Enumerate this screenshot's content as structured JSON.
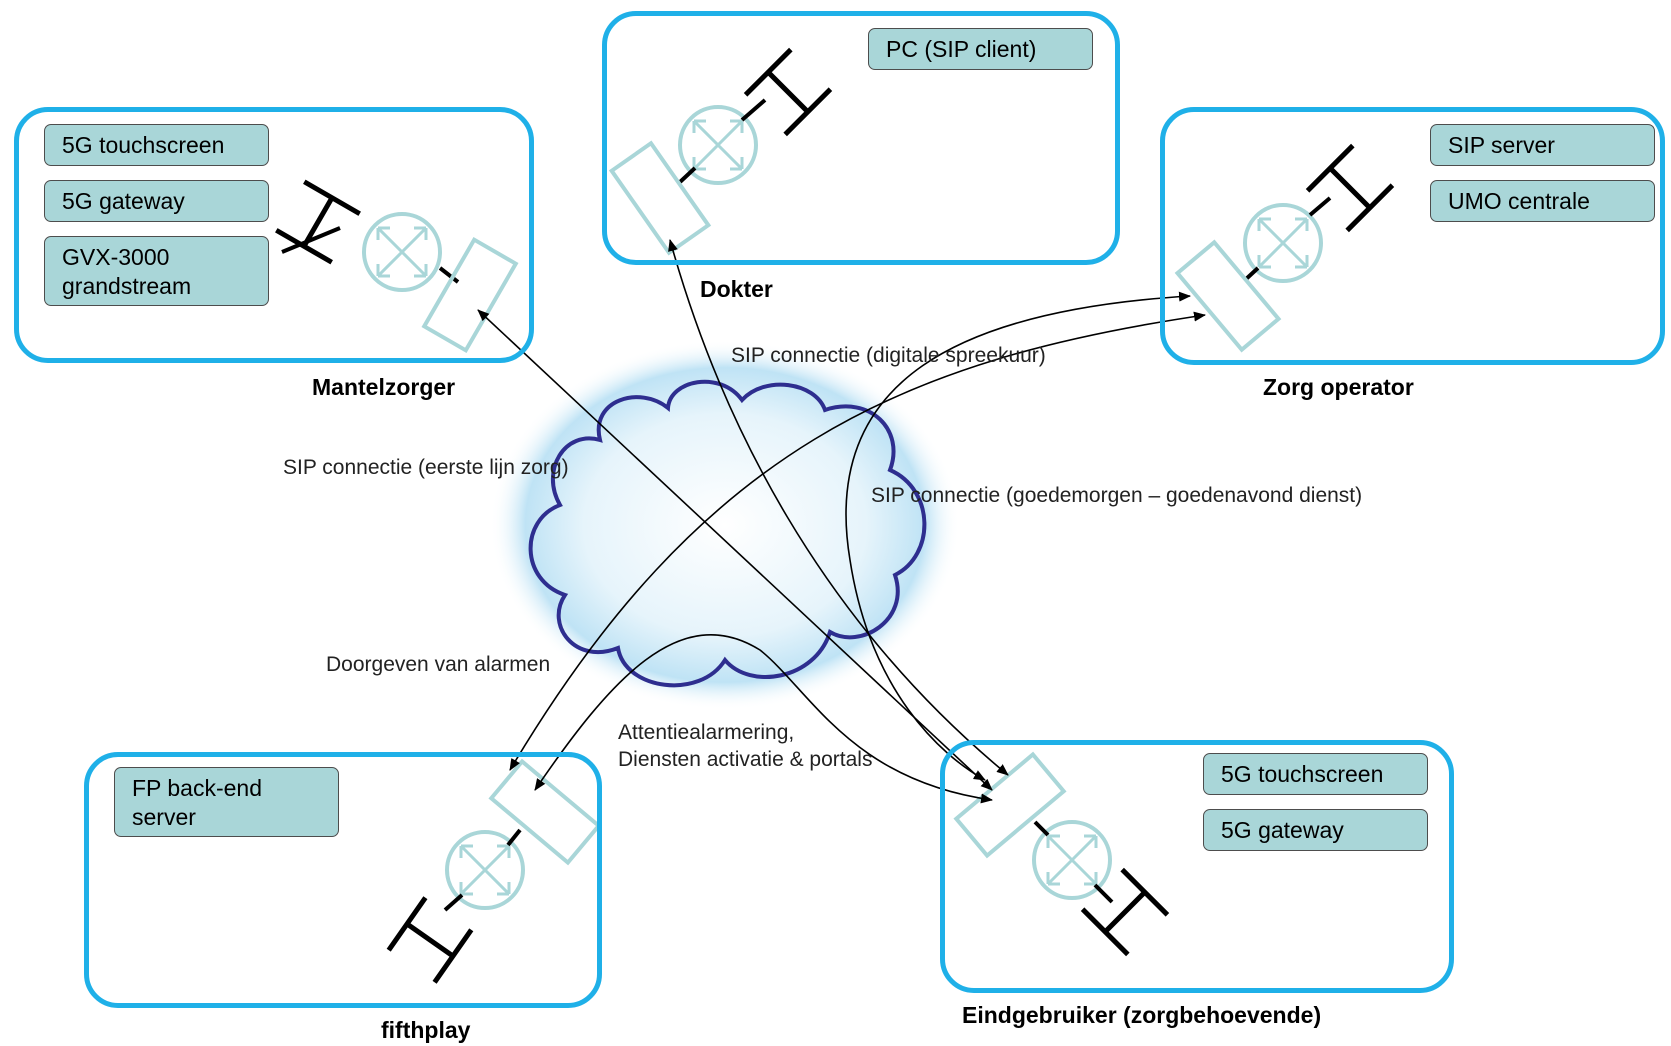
{
  "sites": {
    "mantelzorger": {
      "label": "Mantelzorger",
      "devices": [
        "5G touchscreen",
        "5G gateway",
        "GVX-3000\ngrandstream"
      ]
    },
    "dokter": {
      "label": "Dokter",
      "devices": [
        "PC (SIP client)"
      ]
    },
    "zorg_operator": {
      "label": "Zorg operator",
      "devices": [
        "SIP server",
        "UMO centrale"
      ]
    },
    "fifthplay": {
      "label": "fifthplay",
      "devices": [
        "FP back-end\nserver"
      ]
    },
    "eindgebruiker": {
      "label": "Eindgebruiker (zorgbehoevende)",
      "devices": [
        "5G touchscreen",
        "5G gateway"
      ]
    }
  },
  "connections": {
    "digitale_spreekuur": "SIP connectie (digitale spreekuur)",
    "eerste_lijn": "SIP connectie (eerste lijn zorg)",
    "goedemorgen": "SIP connectie (goedemorgen – goedenavond dienst)",
    "alarmen": "Doorgeven van alarmen",
    "attentie": "Attentiealarmering,\nDiensten activatie & portals"
  },
  "colors": {
    "site_border": "#1fb0e8",
    "device_fill": "#a9d6d8",
    "router": "#a9d6d8",
    "cloud": "#2e2e8f",
    "cloud_glow": "#bfe3f5"
  }
}
